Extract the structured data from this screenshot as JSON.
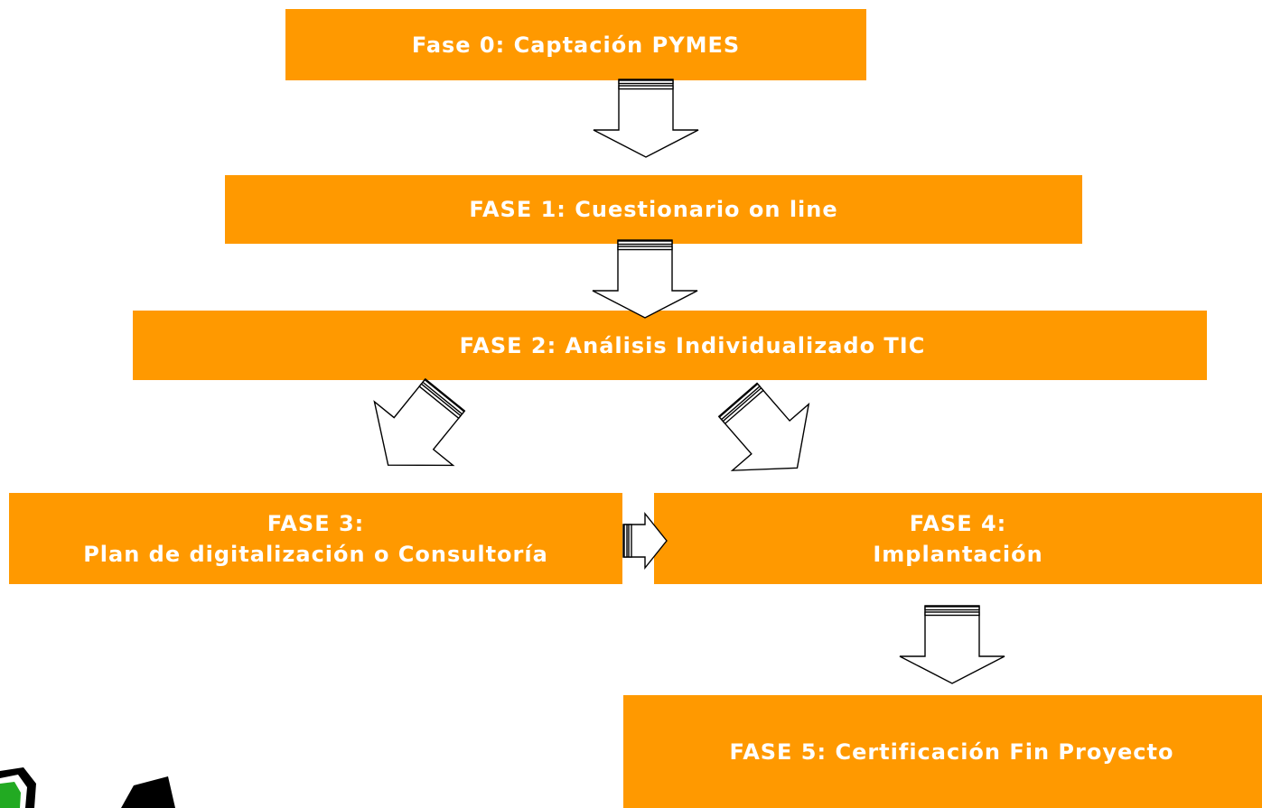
{
  "phases": [
    {
      "id": "p0",
      "lines": [
        "Fase 0: Captación PYMES"
      ]
    },
    {
      "id": "p1",
      "lines": [
        "FASE 1: Cuestionario on line"
      ]
    },
    {
      "id": "p2",
      "lines": [
        "FASE 2: Análisis Individualizado  TIC"
      ]
    },
    {
      "id": "p3",
      "lines": [
        "FASE 3:",
        "Plan de digitalización o Consultoría"
      ]
    },
    {
      "id": "p4",
      "lines": [
        "FASE 4:",
        "Implantación"
      ]
    },
    {
      "id": "p5",
      "lines": [
        "FASE 5: Certificación Fin Proyecto"
      ]
    }
  ],
  "colors": {
    "box_fill": "#ff9900",
    "box_text": "#ffffff",
    "arrow_fill": "#ffffff",
    "arrow_stroke": "#000000",
    "logo_green": "#22aa22"
  },
  "icons": {
    "arrow": "block-arrow-with-bands",
    "logo": "partial-logo-corner"
  }
}
